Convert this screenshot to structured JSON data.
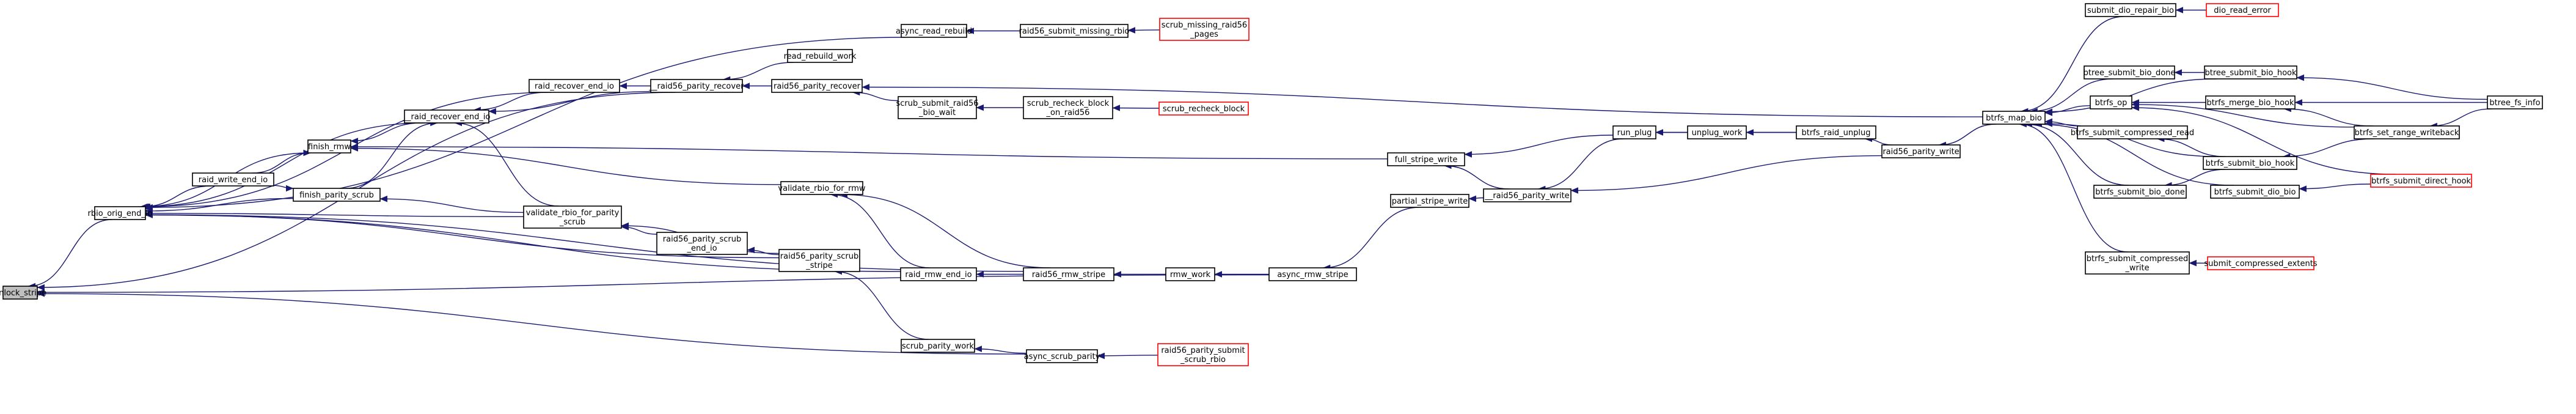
{
  "graph": {
    "colors": {
      "edge": "#191970",
      "node_border": "#000000",
      "truncated_border": "#ff0000",
      "focus_fill": "#bfbfbf",
      "background": "#ffffff"
    },
    "nodes": {
      "unlock_stripe": {
        "lines": [
          "unlock_stripe"
        ],
        "kind": "focus"
      },
      "rbio_orig_end_io": {
        "lines": [
          "rbio_orig_end_io"
        ]
      },
      "async_read_rebuild": {
        "lines": [
          "async_read_rebuild"
        ]
      },
      "read_rebuild_work": {
        "lines": [
          "read_rebuild_work"
        ]
      },
      "raid_recover_end_io": {
        "lines": [
          "raid_recover_end_io"
        ]
      },
      "__raid_recover_end_io": {
        "lines": [
          "__raid_recover_end_io"
        ]
      },
      "finish_rmw": {
        "lines": [
          "finish_rmw"
        ]
      },
      "raid_write_end_io": {
        "lines": [
          "raid_write_end_io"
        ]
      },
      "finish_parity_scrub": {
        "lines": [
          "finish_parity_scrub"
        ]
      },
      "__raid56_parity_recover": {
        "lines": [
          "__raid56_parity_recover"
        ]
      },
      "validate_rbio_for_rmw": {
        "lines": [
          "validate_rbio_for_rmw"
        ]
      },
      "validate_rbio_for_parity_scrub": {
        "lines": [
          "validate_rbio_for_parity",
          "_scrub"
        ]
      },
      "raid56_parity_scrub_end_io": {
        "lines": [
          "raid56_parity_scrub",
          "_end_io"
        ]
      },
      "raid56_parity_scrub_stripe": {
        "lines": [
          "raid56_parity_scrub",
          "_stripe"
        ]
      },
      "raid_rmw_end_io": {
        "lines": [
          "raid_rmw_end_io"
        ]
      },
      "scrub_parity_work": {
        "lines": [
          "scrub_parity_work"
        ]
      },
      "async_scrub_parity": {
        "lines": [
          "async_scrub_parity"
        ]
      },
      "raid56_parity_submit_scrub_rbio": {
        "lines": [
          "raid56_parity_submit",
          "_scrub_rbio"
        ],
        "kind": "red"
      },
      "raid56_submit_missing_rbio": {
        "lines": [
          "raid56_submit_missing_rbio"
        ]
      },
      "scrub_missing_raid56_pages": {
        "lines": [
          "scrub_missing_raid56",
          "_pages"
        ],
        "kind": "red"
      },
      "raid56_parity_recover": {
        "lines": [
          "raid56_parity_recover"
        ]
      },
      "scrub_submit_raid56_bio_wait": {
        "lines": [
          "scrub_submit_raid56",
          "_bio_wait"
        ]
      },
      "scrub_recheck_block_on_raid56": {
        "lines": [
          "scrub_recheck_block",
          "_on_raid56"
        ]
      },
      "scrub_recheck_block": {
        "lines": [
          "scrub_recheck_block"
        ],
        "kind": "red"
      },
      "raid56_rmw_stripe": {
        "lines": [
          "raid56_rmw_stripe"
        ]
      },
      "rmw_work": {
        "lines": [
          "rmw_work"
        ]
      },
      "async_rmw_stripe": {
        "lines": [
          "async_rmw_stripe"
        ]
      },
      "partial_stripe_write": {
        "lines": [
          "partial_stripe_write"
        ]
      },
      "full_stripe_write": {
        "lines": [
          "full_stripe_write"
        ]
      },
      "__raid56_parity_write": {
        "lines": [
          "__raid56_parity_write"
        ]
      },
      "run_plug": {
        "lines": [
          "run_plug"
        ]
      },
      "unplug_work": {
        "lines": [
          "unplug_work"
        ]
      },
      "btrfs_raid_unplug": {
        "lines": [
          "btrfs_raid_unplug"
        ]
      },
      "raid56_parity_write": {
        "lines": [
          "raid56_parity_write"
        ]
      },
      "btrfs_map_bio": {
        "lines": [
          "btrfs_map_bio"
        ]
      },
      "submit_dio_repair_bio": {
        "lines": [
          "submit_dio_repair_bio"
        ]
      },
      "dio_read_error": {
        "lines": [
          "dio_read_error"
        ],
        "kind": "red"
      },
      "btree_submit_bio_done": {
        "lines": [
          "btree_submit_bio_done"
        ]
      },
      "btree_submit_bio_hook": {
        "lines": [
          "btree_submit_bio_hook"
        ]
      },
      "btrfs_op": {
        "lines": [
          "btrfs_op"
        ]
      },
      "btrfs_merge_bio_hook": {
        "lines": [
          "btrfs_merge_bio_hook"
        ]
      },
      "btrfs_submit_compressed_read": {
        "lines": [
          "btrfs_submit_compressed_read"
        ]
      },
      "btrfs_submit_bio_hook": {
        "lines": [
          "btrfs_submit_bio_hook"
        ]
      },
      "btrfs_submit_bio_done": {
        "lines": [
          "btrfs_submit_bio_done"
        ]
      },
      "btrfs_submit_dio_bio": {
        "lines": [
          "btrfs_submit_dio_bio"
        ]
      },
      "btrfs_submit_compressed_write": {
        "lines": [
          "btrfs_submit_compressed",
          "_write"
        ]
      },
      "submit_compressed_extents": {
        "lines": [
          "submit_compressed_extents"
        ],
        "kind": "red"
      },
      "btrfs_set_range_writeback": {
        "lines": [
          "btrfs_set_range_writeback"
        ]
      },
      "btrfs_submit_direct_hook": {
        "lines": [
          "btrfs_submit_direct_hook"
        ],
        "kind": "red"
      },
      "btree_fs_info": {
        "lines": [
          "btree_fs_info"
        ]
      }
    },
    "edges": [
      [
        "rbio_orig_end_io",
        "unlock_stripe"
      ],
      [
        "__raid56_parity_recover",
        "unlock_stripe"
      ],
      [
        "async_rmw_stripe",
        "unlock_stripe"
      ],
      [
        "async_scrub_parity",
        "unlock_stripe"
      ],
      [
        "async_read_rebuild",
        "rbio_orig_end_io"
      ],
      [
        "raid_recover_end_io",
        "rbio_orig_end_io"
      ],
      [
        "__raid_recover_end_io",
        "rbio_orig_end_io"
      ],
      [
        "finish_rmw",
        "rbio_orig_end_io"
      ],
      [
        "raid_write_end_io",
        "rbio_orig_end_io"
      ],
      [
        "finish_parity_scrub",
        "rbio_orig_end_io"
      ],
      [
        "validate_rbio_for_parity_scrub",
        "rbio_orig_end_io"
      ],
      [
        "raid56_parity_scrub_stripe",
        "rbio_orig_end_io"
      ],
      [
        "raid_rmw_end_io",
        "rbio_orig_end_io"
      ],
      [
        "raid56_rmw_stripe",
        "rbio_orig_end_io"
      ],
      [
        "__raid56_parity_recover",
        "raid_recover_end_io"
      ],
      [
        "__raid56_parity_recover",
        "__raid_recover_end_io"
      ],
      [
        "__raid_recover_end_io",
        "finish_rmw"
      ],
      [
        "raid_write_end_io",
        "finish_rmw"
      ],
      [
        "validate_rbio_for_rmw",
        "finish_rmw"
      ],
      [
        "full_stripe_write",
        "finish_rmw"
      ],
      [
        "raid_write_end_io",
        "finish_parity_scrub"
      ],
      [
        "validate_rbio_for_parity_scrub",
        "finish_parity_scrub"
      ],
      [
        "raid_recover_end_io",
        "__raid_recover_end_io"
      ],
      [
        "finish_parity_scrub",
        "__raid_recover_end_io"
      ],
      [
        "validate_rbio_for_parity_scrub",
        "__raid_recover_end_io"
      ],
      [
        "raid56_parity_scrub_end_io",
        "validate_rbio_for_parity_scrub"
      ],
      [
        "raid56_parity_scrub_stripe",
        "validate_rbio_for_parity_scrub"
      ],
      [
        "raid56_parity_scrub_stripe",
        "raid56_parity_scrub_end_io"
      ],
      [
        "raid_rmw_end_io",
        "validate_rbio_for_rmw"
      ],
      [
        "raid56_rmw_stripe",
        "validate_rbio_for_rmw"
      ],
      [
        "read_rebuild_work",
        "__raid56_parity_recover"
      ],
      [
        "raid56_parity_recover",
        "__raid56_parity_recover"
      ],
      [
        "raid56_rmw_stripe",
        "raid_rmw_end_io"
      ],
      [
        "scrub_parity_work",
        "raid56_parity_scrub_stripe"
      ],
      [
        "async_scrub_parity",
        "scrub_parity_work"
      ],
      [
        "raid56_parity_submit_scrub_rbio",
        "async_scrub_parity"
      ],
      [
        "raid56_submit_missing_rbio",
        "async_read_rebuild"
      ],
      [
        "scrub_missing_raid56_pages",
        "raid56_submit_missing_rbio"
      ],
      [
        "btrfs_map_bio",
        "raid56_parity_recover"
      ],
      [
        "scrub_submit_raid56_bio_wait",
        "raid56_parity_recover"
      ],
      [
        "scrub_recheck_block_on_raid56",
        "scrub_submit_raid56_bio_wait"
      ],
      [
        "scrub_recheck_block",
        "scrub_recheck_block_on_raid56"
      ],
      [
        "rmw_work",
        "raid56_rmw_stripe"
      ],
      [
        "async_rmw_stripe",
        "rmw_work"
      ],
      [
        "partial_stripe_write",
        "async_rmw_stripe"
      ],
      [
        "__raid56_parity_write",
        "partial_stripe_write"
      ],
      [
        "__raid56_parity_write",
        "full_stripe_write"
      ],
      [
        "run_plug",
        "full_stripe_write"
      ],
      [
        "run_plug",
        "__raid56_parity_write"
      ],
      [
        "raid56_parity_write",
        "__raid56_parity_write"
      ],
      [
        "unplug_work",
        "run_plug"
      ],
      [
        "btrfs_raid_unplug",
        "run_plug"
      ],
      [
        "btrfs_raid_unplug",
        "unplug_work"
      ],
      [
        "raid56_parity_write",
        "btrfs_raid_unplug"
      ],
      [
        "btrfs_map_bio",
        "raid56_parity_write"
      ],
      [
        "submit_dio_repair_bio",
        "btrfs_map_bio"
      ],
      [
        "btree_submit_bio_done",
        "btrfs_map_bio"
      ],
      [
        "btree_submit_bio_hook",
        "btrfs_map_bio"
      ],
      [
        "btrfs_op",
        "btrfs_map_bio"
      ],
      [
        "btrfs_submit_compressed_read",
        "btrfs_map_bio"
      ],
      [
        "btrfs_submit_bio_hook",
        "btrfs_map_bio"
      ],
      [
        "btrfs_submit_bio_done",
        "btrfs_map_bio"
      ],
      [
        "btrfs_submit_dio_bio",
        "btrfs_map_bio"
      ],
      [
        "btrfs_submit_compressed_write",
        "btrfs_map_bio"
      ],
      [
        "dio_read_error",
        "submit_dio_repair_bio"
      ],
      [
        "btree_submit_bio_hook",
        "btree_submit_bio_done"
      ],
      [
        "btree_fs_info",
        "btree_submit_bio_hook"
      ],
      [
        "btrfs_merge_bio_hook",
        "btrfs_op"
      ],
      [
        "btrfs_set_range_writeback",
        "btrfs_op"
      ],
      [
        "btrfs_submit_direct_hook",
        "btrfs_op"
      ],
      [
        "btree_fs_info",
        "btrfs_merge_bio_hook"
      ],
      [
        "btrfs_set_range_writeback",
        "btrfs_merge_bio_hook"
      ],
      [
        "btree_fs_info",
        "btrfs_set_range_writeback"
      ],
      [
        "btrfs_submit_bio_hook",
        "btrfs_submit_compressed_read"
      ],
      [
        "btrfs_set_range_writeback",
        "btrfs_submit_bio_hook"
      ],
      [
        "btrfs_submit_bio_hook",
        "btrfs_submit_bio_done"
      ],
      [
        "btrfs_submit_direct_hook",
        "btrfs_submit_dio_bio"
      ],
      [
        "submit_compressed_extents",
        "btrfs_submit_compressed_write"
      ]
    ]
  }
}
